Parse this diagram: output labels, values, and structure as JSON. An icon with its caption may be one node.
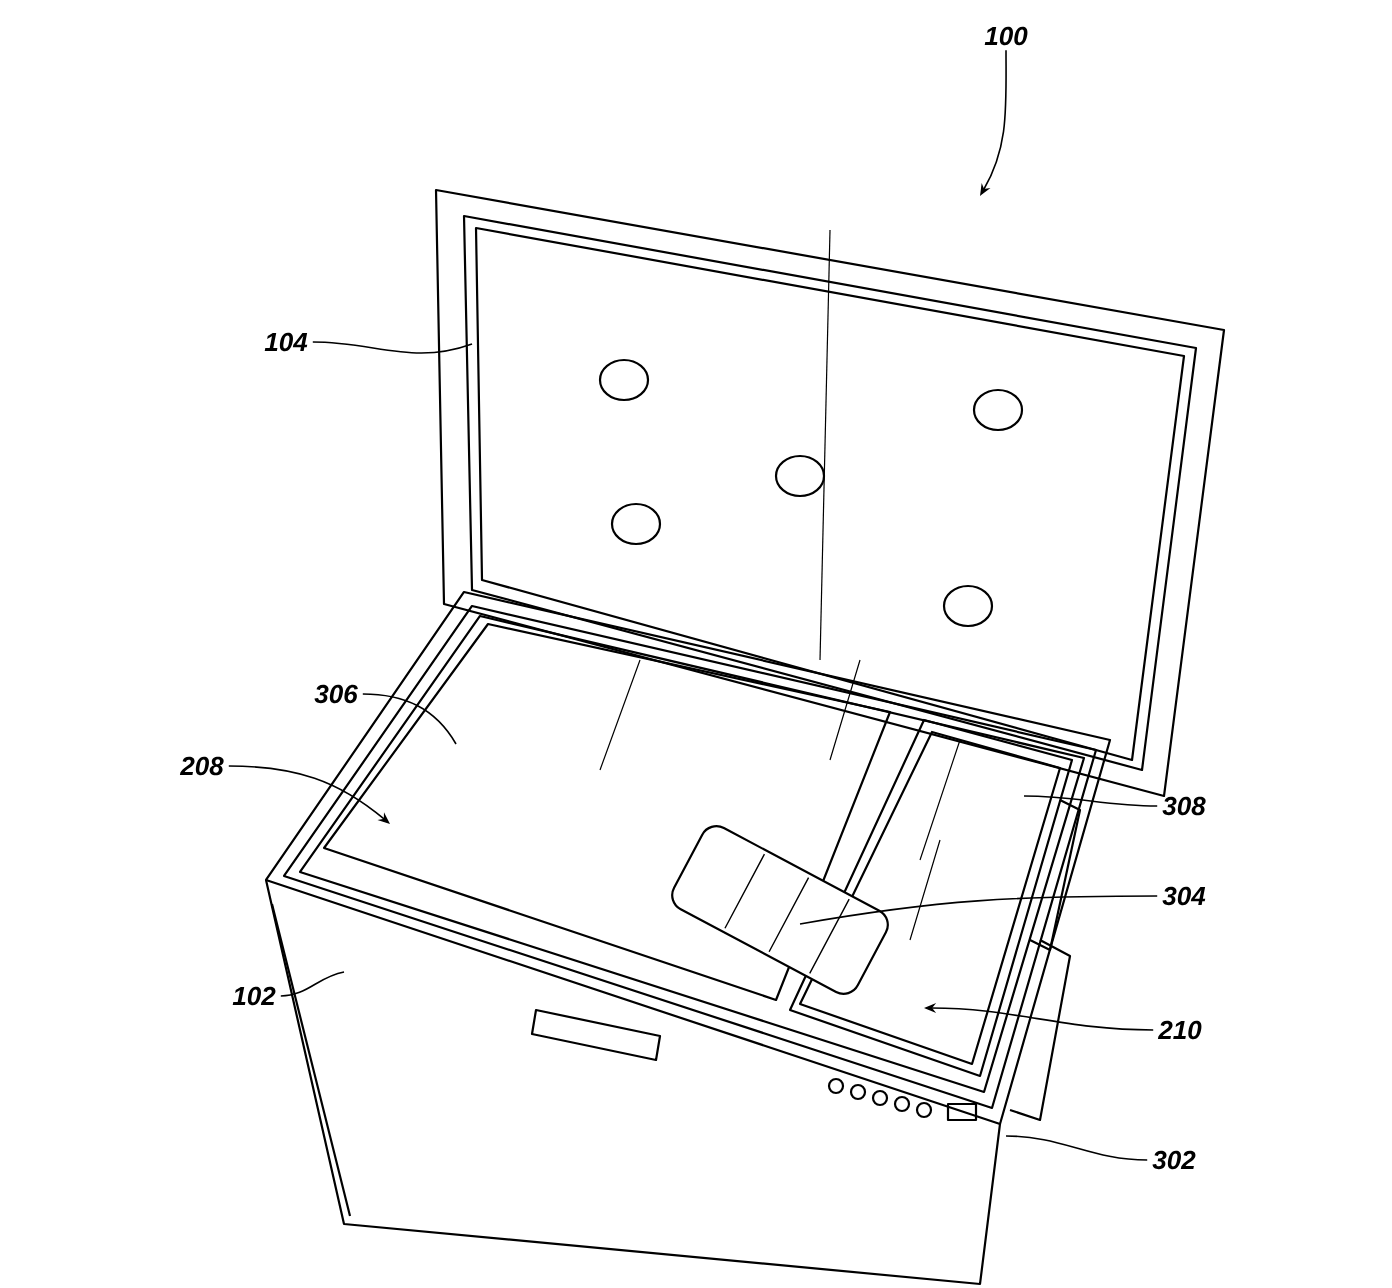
{
  "diagram": {
    "nodes": [
      {
        "text": [
          "100"
        ]
      },
      {
        "text": [
          "104"
        ]
      },
      {
        "text": [
          "306"
        ]
      },
      {
        "text": [
          "208"
        ]
      },
      {
        "text": [
          "102"
        ]
      },
      {
        "text": [
          "308"
        ]
      },
      {
        "text": [
          "304"
        ]
      },
      {
        "text": [
          "210"
        ]
      },
      {
        "text": [
          "302"
        ]
      }
    ],
    "edges": [
      {
        "from": 0,
        "to": null,
        "arrow": "to"
      },
      {
        "from": 1,
        "to": null,
        "arrow": "none"
      },
      {
        "from": 2,
        "to": null,
        "arrow": "none"
      },
      {
        "from": 3,
        "to": null,
        "arrow": "to"
      },
      {
        "from": 4,
        "to": null,
        "arrow": "none"
      },
      {
        "from": 5,
        "to": null,
        "arrow": "none"
      },
      {
        "from": 6,
        "to": null,
        "arrow": "none"
      },
      {
        "from": 7,
        "to": null,
        "arrow": "to"
      },
      {
        "from": 8,
        "to": null,
        "arrow": "none"
      }
    ]
  }
}
